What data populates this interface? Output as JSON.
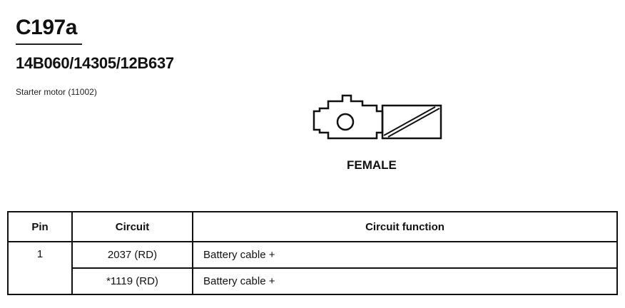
{
  "connector": {
    "id": "C197a",
    "part_numbers": "14B060/14305/12B637",
    "description": "Starter motor (11002)",
    "gender": "FEMALE"
  },
  "table": {
    "headers": {
      "pin": "Pin",
      "circuit": "Circuit",
      "function": "Circuit function"
    },
    "rows": [
      {
        "pin": "1",
        "circuit": "2037 (RD)",
        "function": "Battery cable +"
      },
      {
        "pin": "",
        "circuit": "*1119 (RD)",
        "function": "Battery cable +"
      }
    ]
  }
}
